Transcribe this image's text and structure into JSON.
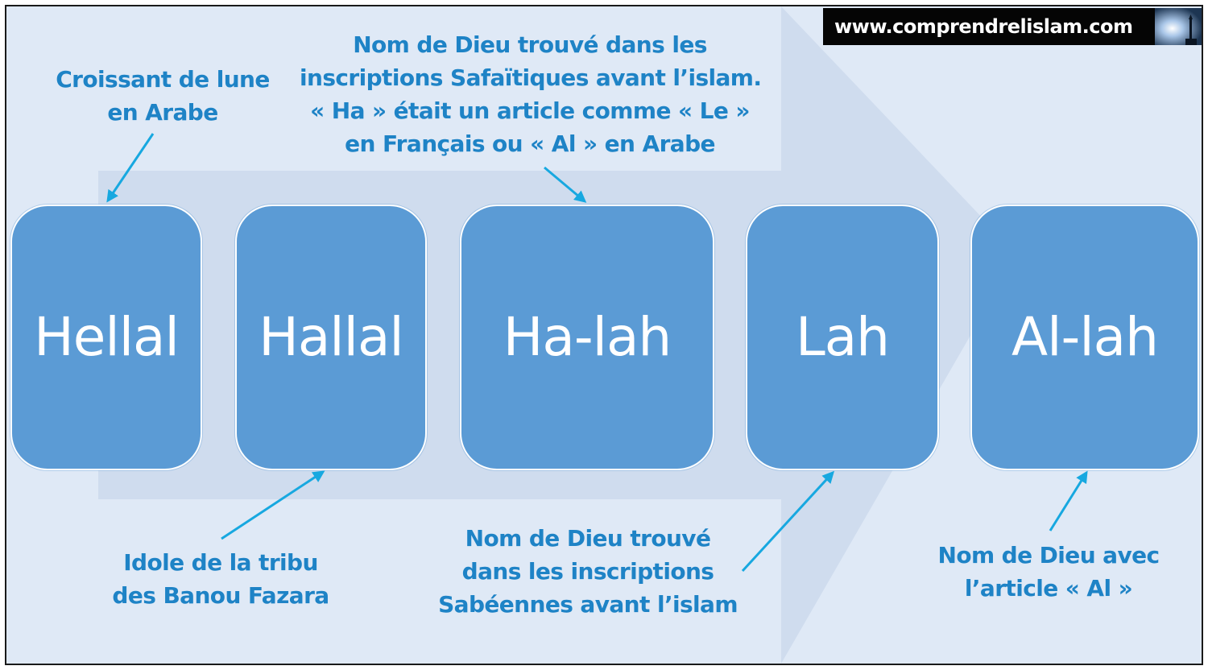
{
  "banner": {
    "site": "www.comprendrelislam.com",
    "logo_icon": "moon-minaret-icon"
  },
  "boxes": [
    {
      "label": "Hellal"
    },
    {
      "label": "Hallal"
    },
    {
      "label": "Ha-lah"
    },
    {
      "label": "Lah"
    },
    {
      "label": "Al-lah"
    }
  ],
  "annotations": {
    "croissant": {
      "lines": [
        "Croissant de lune",
        "en Arabe"
      ]
    },
    "safaitic": {
      "lines": [
        "Nom de Dieu trouvé dans les",
        "inscriptions Safaïtiques avant l’islam.",
        "« Ha » était un article comme « Le »",
        "en Français ou « Al » en Arabe"
      ]
    },
    "idole": {
      "lines": [
        "Idole de la tribu",
        "des Banou Fazara"
      ]
    },
    "sabeennes": {
      "lines": [
        "Nom de Dieu trouvé",
        "dans les inscriptions",
        "Sabéennes avant l’islam"
      ]
    },
    "article_al": {
      "lines": [
        "Nom de Dieu avec",
        "l’article « Al »"
      ]
    }
  },
  "colors": {
    "box_fill": "#5b9bd5",
    "annotation_text": "#1e83c6",
    "arrow": "#17a8e0",
    "background": "#dfe9f6",
    "chevron": "#cfdcee"
  }
}
